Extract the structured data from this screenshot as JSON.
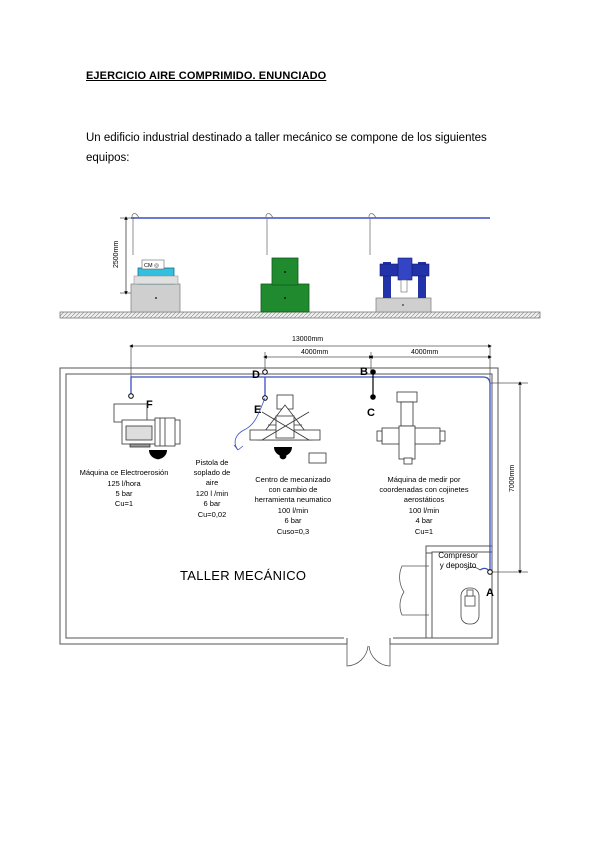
{
  "heading": "EJERCICIO AIRE COMPRIMIDO. ENUNCIADO",
  "intro": "Un edificio industrial destinado a taller mecánico se compone de los siguientes equipos:",
  "elevation": {
    "height_dim": "2500mm",
    "screen_label": "CM ◎"
  },
  "plan": {
    "dim_total": "13000mm",
    "dim_left": "4000mm",
    "dim_right": "4000mm",
    "dim_height": "7000mm",
    "room_label": "TALLER MECÁNICO",
    "compressor_label": [
      "Compresor",
      "y deposito"
    ],
    "points": {
      "A": "A",
      "B": "B",
      "C": "C",
      "D": "D",
      "E": "E",
      "F": "F"
    },
    "eq_electro": [
      "Máquina ce Electroerosión",
      "125 l/hora",
      "5 bar",
      "Cu=1"
    ],
    "eq_pistola": [
      "Pistola de",
      "soplado de",
      "aire",
      "120 l /min",
      "6 bar",
      "Cu=0,02"
    ],
    "eq_centro": [
      "Centro de mecanizado",
      "con cambio de",
      "herramienta neumatico",
      "100 l/min",
      "6 bar",
      "Cuso=0,3"
    ],
    "eq_medir": [
      "Máquina de medir por",
      "coordenadas con cojinetes",
      "aerostáticos",
      "100 l/min",
      "4 bar",
      "Cu=1"
    ]
  },
  "colors": {
    "pipe": "#3a4fc4",
    "machine_green": "#1f8a2e",
    "machine_blue": "#2233aa",
    "screen_cyan": "#33bfe0"
  }
}
